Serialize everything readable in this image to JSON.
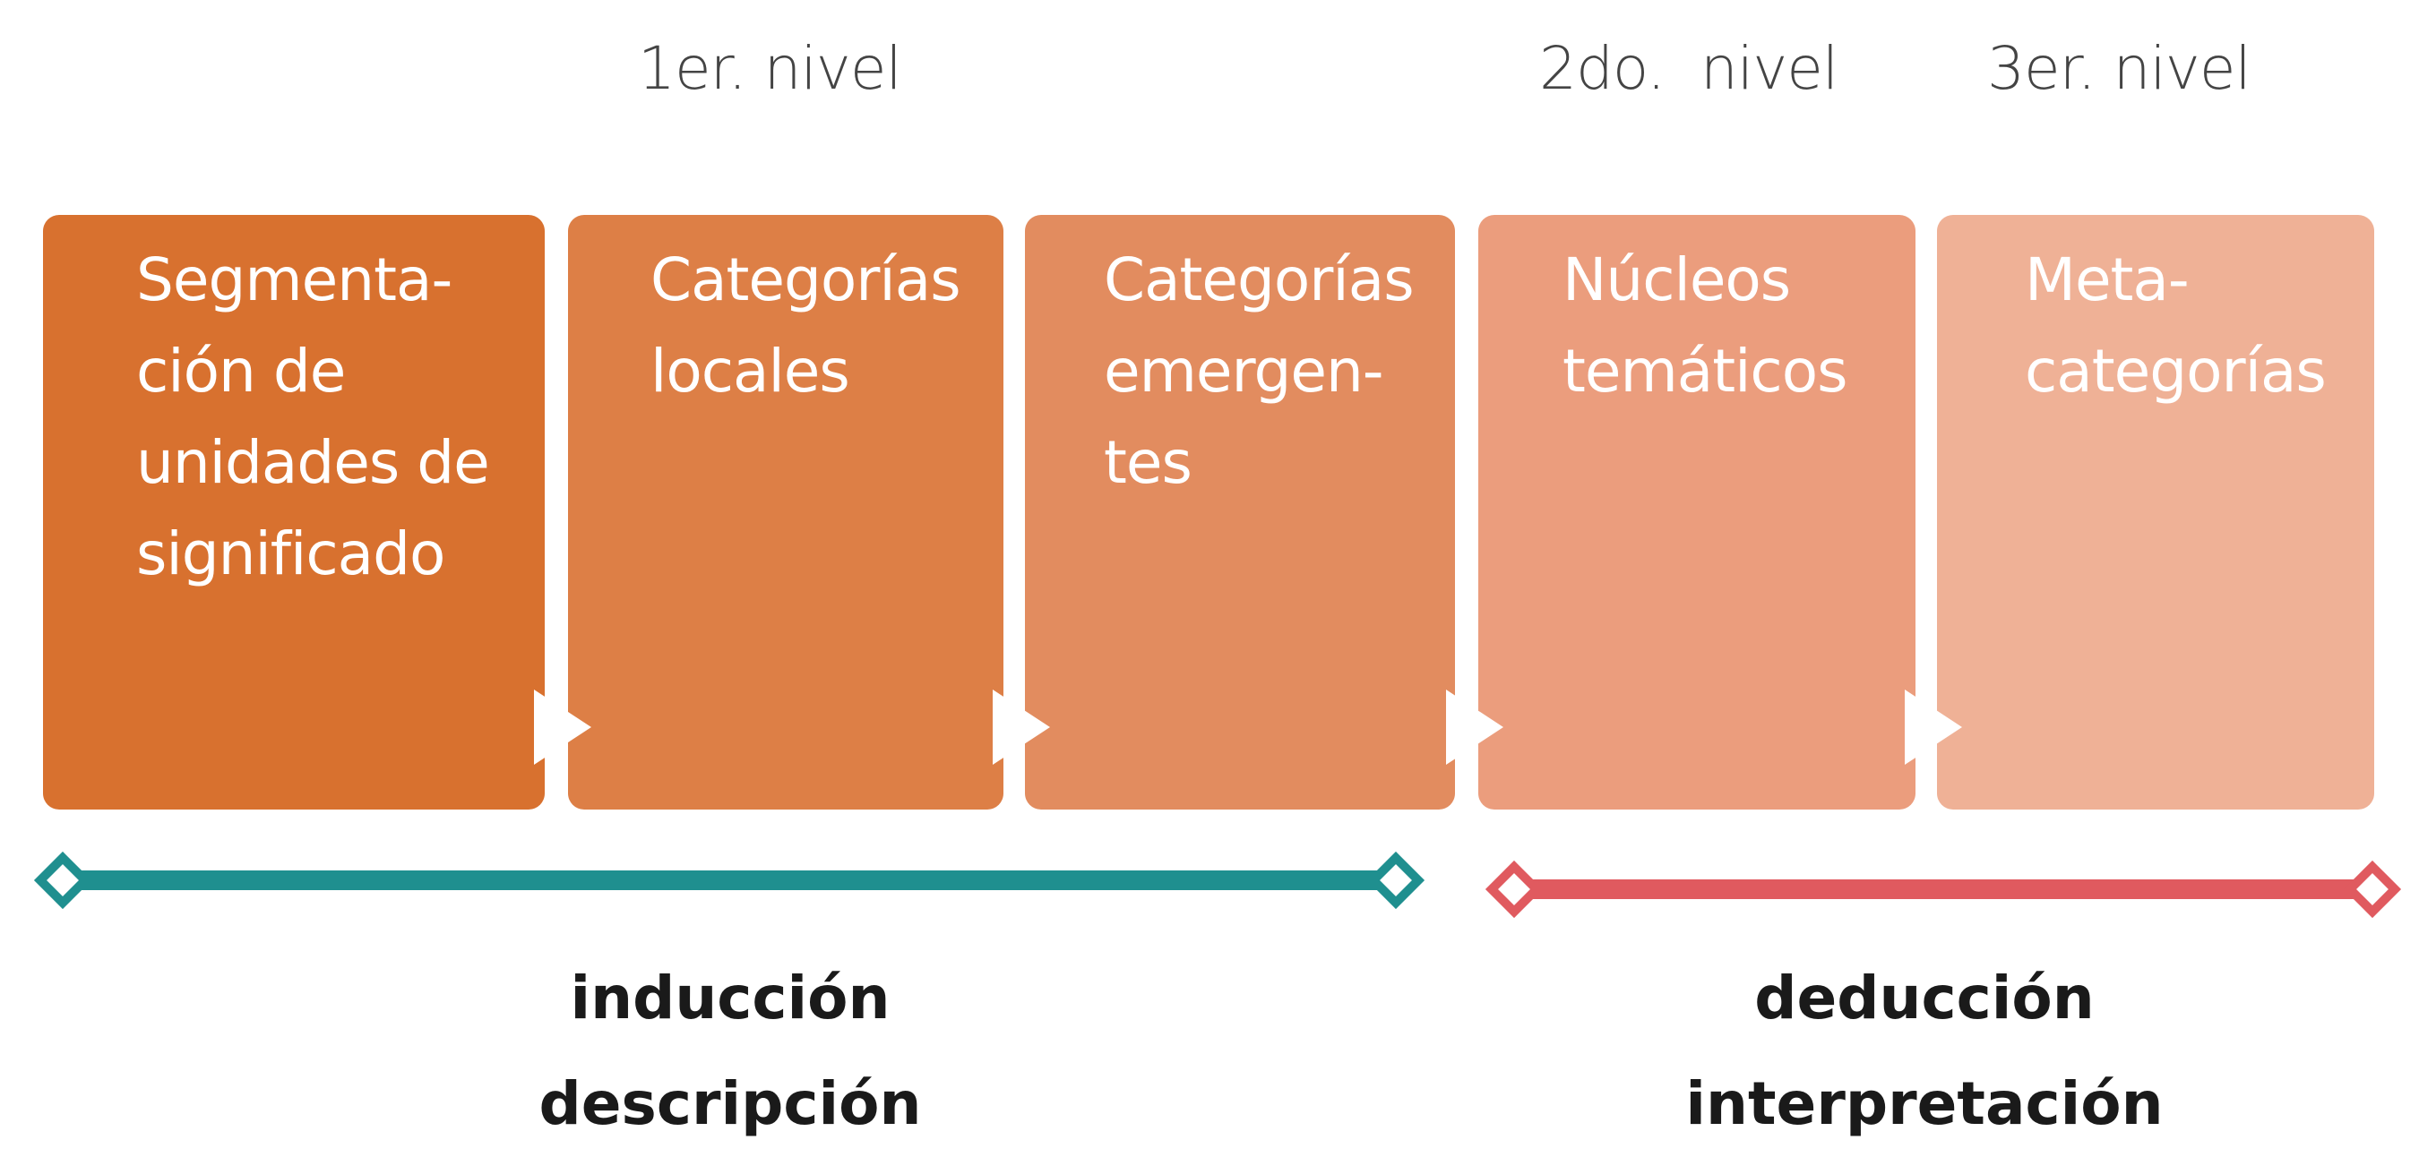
{
  "levels": {
    "level1": "1er. nivel",
    "level2": "2do.  nivel",
    "level3": "3er. nivel"
  },
  "boxes": [
    {
      "text": "Segmenta-\nción de\nunidades de\nsignificado",
      "color": "#d8712f"
    },
    {
      "text": "Categorías\nlocales",
      "color": "#dd7f46"
    },
    {
      "text": "Categorías\nemergen-\ntes",
      "color": "#e28c5f"
    },
    {
      "text": "Núcleos\ntemáticos",
      "color": "#eb9d7d"
    },
    {
      "text": "Meta-\ncategorías",
      "color": "#efb196"
    }
  ],
  "phases": {
    "induction": {
      "line1": "inducción",
      "line2": "descripción",
      "color": "#1f8f8f"
    },
    "deduction": {
      "line1": "deducción",
      "line2": "interpretación",
      "color": "#e05a5f"
    }
  }
}
